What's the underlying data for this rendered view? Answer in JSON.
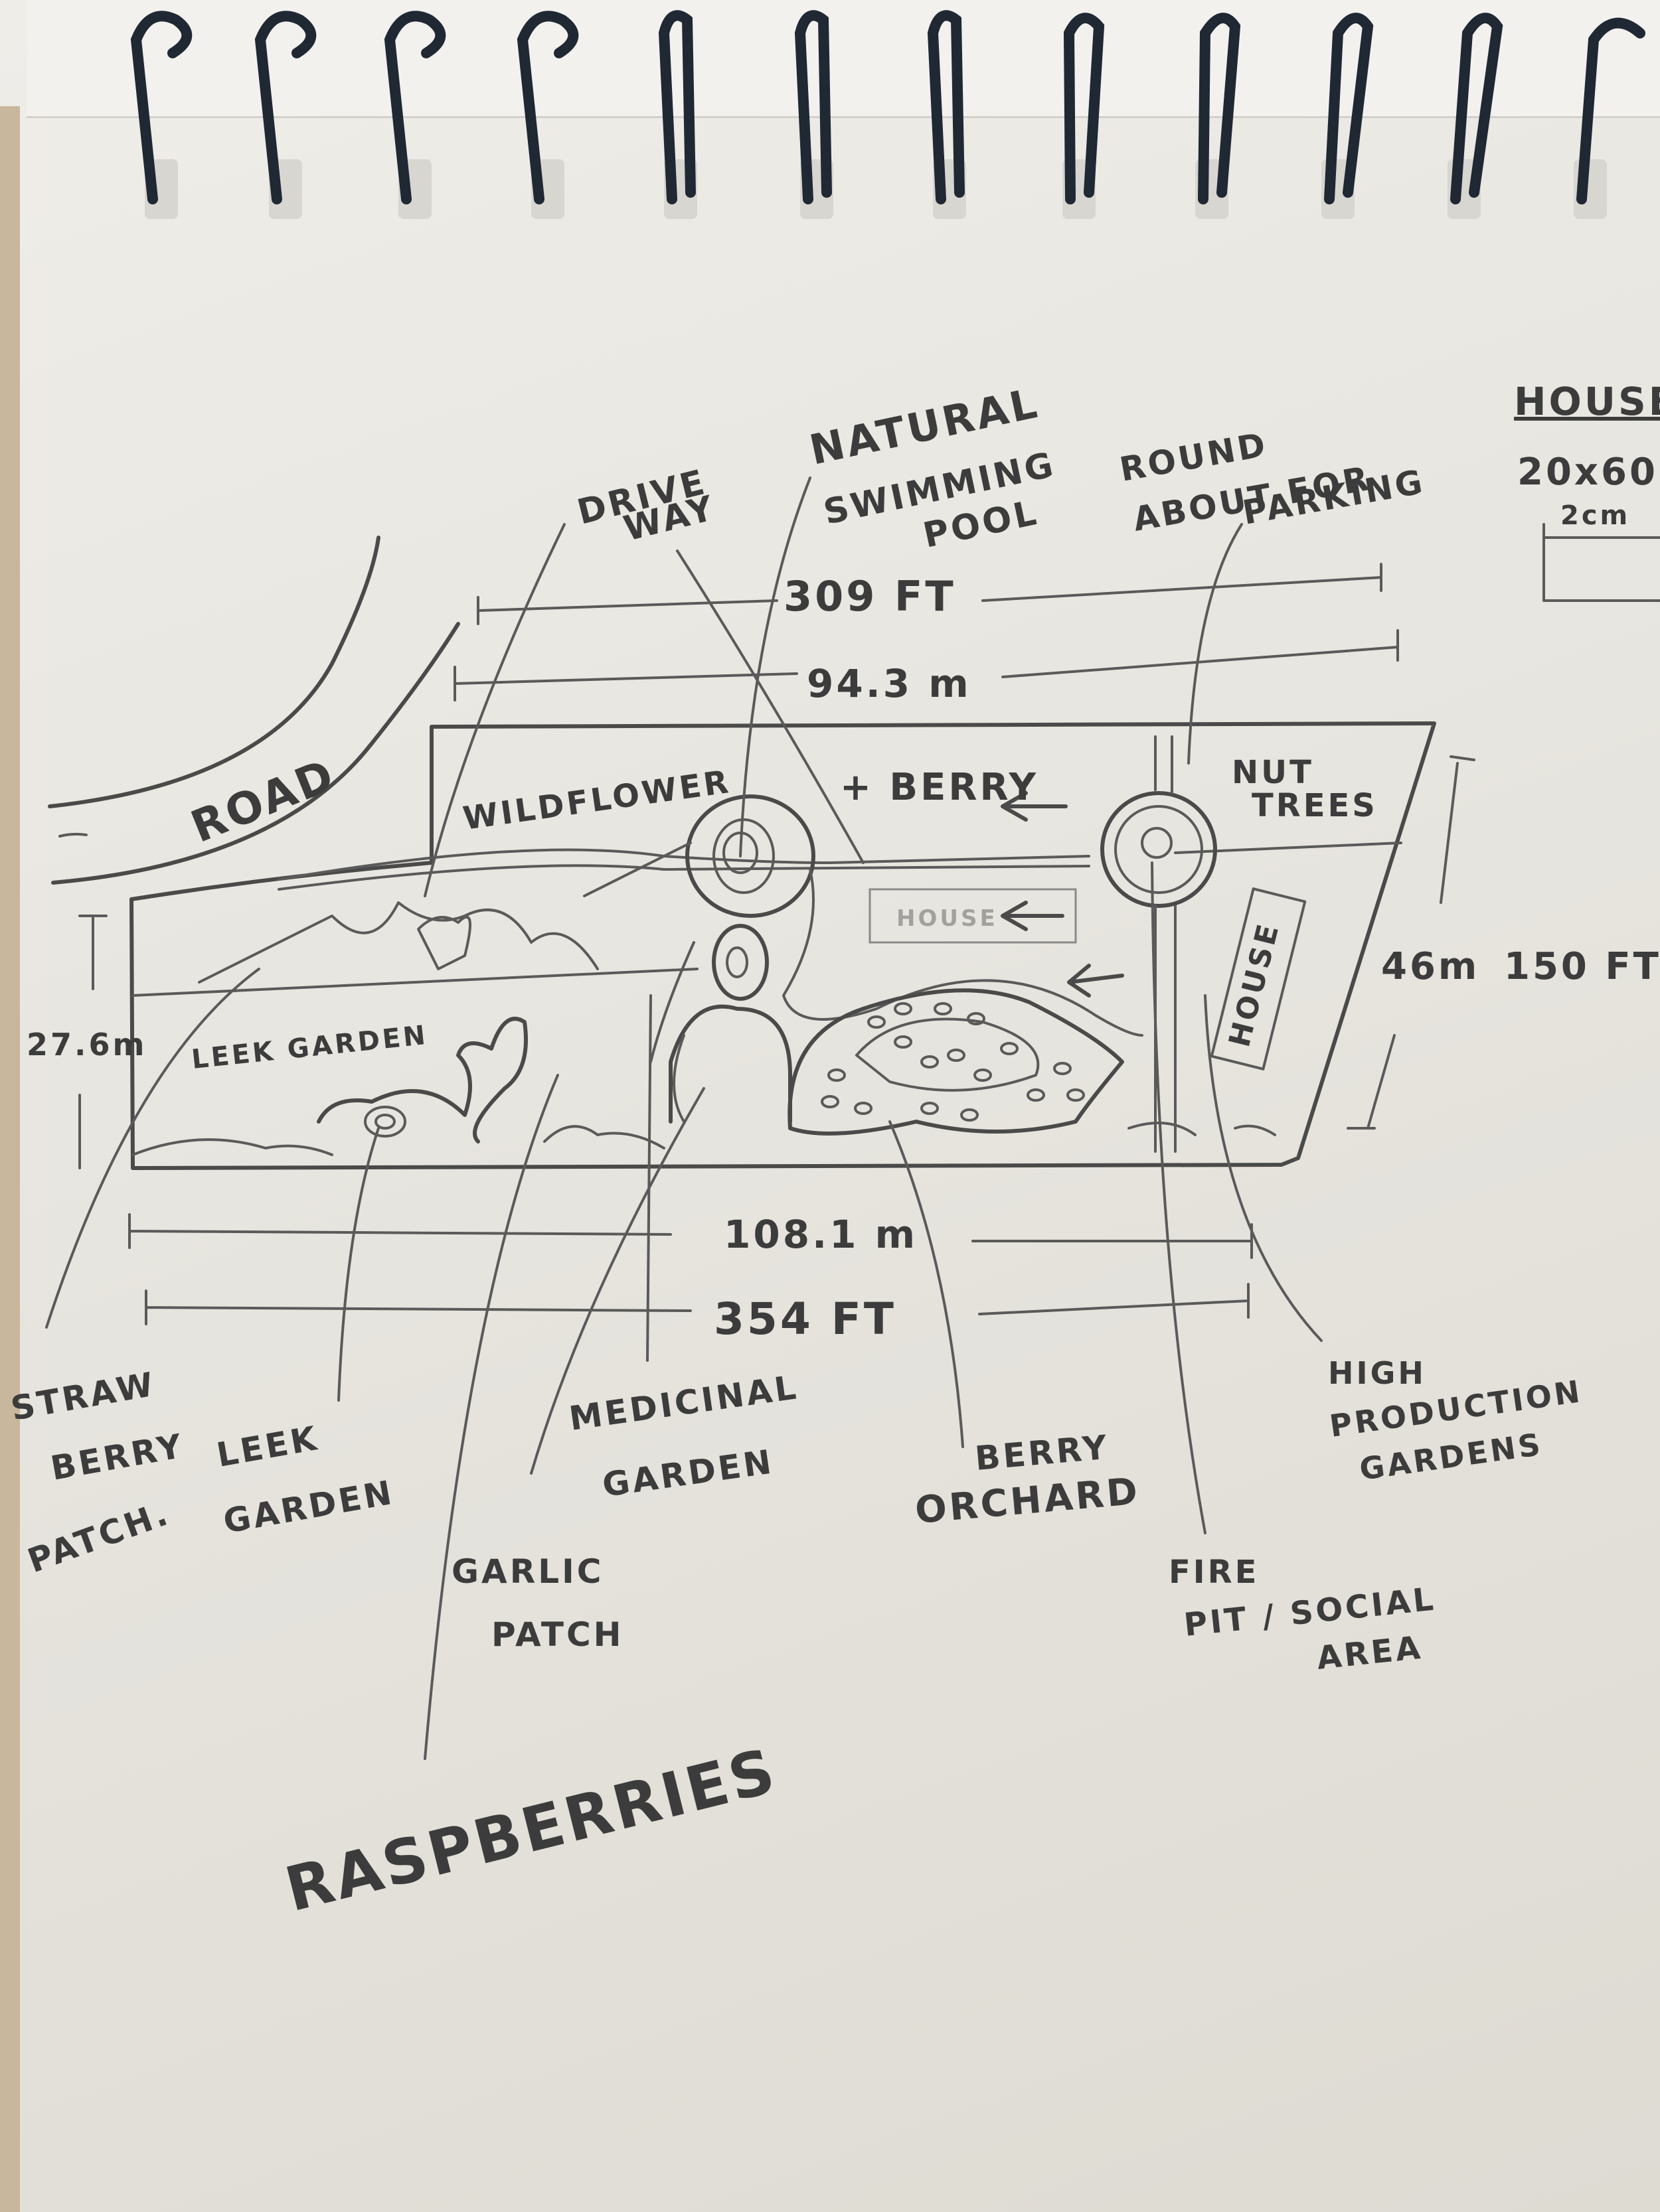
{
  "labels": {
    "road": "ROAD",
    "driveway_1": "DRIVE",
    "driveway_2": "WAY",
    "pool_1": "NATURAL",
    "pool_2": "SWIMMING",
    "pool_3": "POOL",
    "roundabout_1": "ROUND",
    "roundabout_2": "ABOUT FOR",
    "roundabout_3": "PARKING",
    "house_title": "HOUSE",
    "house_dims": "20x60",
    "house_scale": "2cm",
    "wildflower": "WILDFLOWER",
    "berry": "+ BERRY",
    "nut_1": "NUT",
    "nut_2": "TREES",
    "house_small": "HOUSE",
    "house_main": "HOUSE",
    "leek": "LEEK GARDEN",
    "straw_1": "STRAW",
    "straw_2": "BERRY",
    "straw_3": "PATCH.",
    "leeks_1": "LEEK",
    "leeks_2": "GARDEN",
    "medicinal_1": "MEDICINAL",
    "medicinal_2": "GARDEN",
    "garlic_1": "GARLIC",
    "garlic_2": "PATCH",
    "berry_orchard_1": "BERRY",
    "berry_orchard_2": "ORCHARD",
    "fire_1": "FIRE",
    "fire_2": "PIT / SOCIAL",
    "fire_3": "AREA",
    "high_1": "HIGH",
    "high_2": "PRODUCTION",
    "high_3": "GARDENS",
    "raspberries": "RASPBERRIES"
  },
  "dimensions": {
    "top_ft": "309 FT",
    "top_m": "94.3 m",
    "bottom_m": "108.1 m",
    "bottom_ft": "354 FT",
    "left_m": "27.6m",
    "right_m": "46m",
    "right_ft": "150 FT"
  },
  "colors": {
    "pencil": "#3c3c3c",
    "paper": "#eeede8",
    "binding_wire": "#1f2833"
  }
}
